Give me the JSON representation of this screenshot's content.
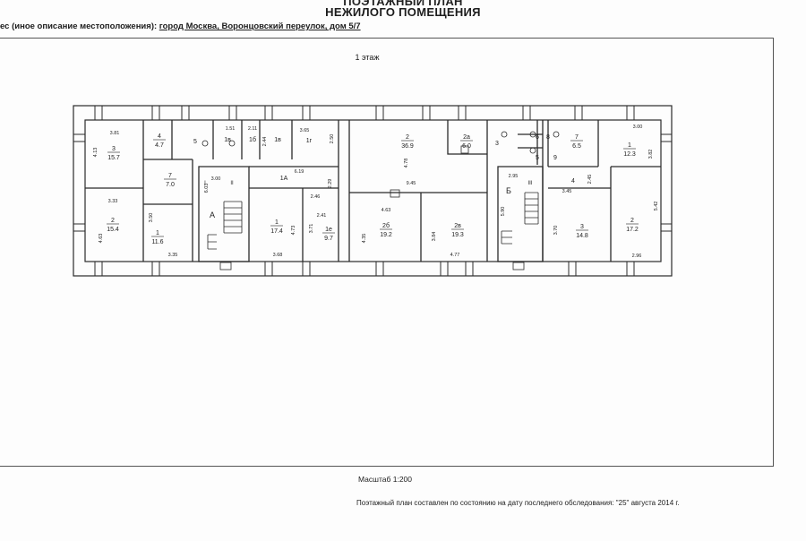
{
  "header": {
    "title_top": "ПОЭТАЖНЫЙ ПЛАН",
    "title_main": "НЕЖИЛОГО ПОМЕЩЕНИЯ",
    "address_label": "ес (иное описание местоположения):",
    "address_value": "город Москва, Воронцовский переулок, дом 5/7"
  },
  "floor_label": "1 этаж",
  "scale_label": "Масштаб 1:200",
  "footer_note": "Поэтажный план составлен по состоянию на дату последнего обследования: \"25\" августа 2014 г.",
  "stairs": [
    "А",
    "Б"
  ],
  "stair_marks": [
    "I",
    "II",
    "III"
  ],
  "rooms": [
    {
      "id": "3",
      "area": "15.7"
    },
    {
      "id": "4",
      "area": "4.7"
    },
    {
      "id": "5",
      "area": ""
    },
    {
      "id": "1в",
      "area": ""
    },
    {
      "id": "1б",
      "area": ""
    },
    {
      "id": "1в",
      "area": ""
    },
    {
      "id": "1г",
      "area": ""
    },
    {
      "id": "2",
      "area": "36.9"
    },
    {
      "id": "2а",
      "area": "6.0"
    },
    {
      "id": "3",
      "area": ""
    },
    {
      "id": "6",
      "area": ""
    },
    {
      "id": "8",
      "area": ""
    },
    {
      "id": "5",
      "area": ""
    },
    {
      "id": "9",
      "area": ""
    },
    {
      "id": "7",
      "area": "6.5"
    },
    {
      "id": "1",
      "area": "12.3"
    },
    {
      "id": "7",
      "area": "7.0"
    },
    {
      "id": "1А",
      "area": ""
    },
    {
      "id": "4",
      "area": ""
    },
    {
      "id": "2",
      "area": "15.4"
    },
    {
      "id": "1",
      "area": "11.6"
    },
    {
      "id": "1",
      "area": "17.4"
    },
    {
      "id": "1е",
      "area": "9.7"
    },
    {
      "id": "2б",
      "area": "19.2"
    },
    {
      "id": "2в",
      "area": "19.3"
    },
    {
      "id": "3",
      "area": "14.8"
    },
    {
      "id": "2",
      "area": "17.2"
    }
  ],
  "dimensions": [
    "3.81",
    "4.13",
    "3.33",
    "4.63",
    "3.50",
    "3.35",
    "3.00",
    "6.03",
    "1.51",
    "2.11",
    "2.44",
    "3.65",
    "2.50",
    "6.19",
    "2.29",
    "2.46",
    "2.41",
    "3.71",
    "4.73",
    "3.68",
    "4.78",
    "9.45",
    "4.63",
    "4.35",
    "3.84",
    "4.77",
    "2.95",
    "5.90",
    "3.45",
    "2.45",
    "3.00",
    "3.82",
    "5.42",
    "3.70",
    "2.96"
  ]
}
